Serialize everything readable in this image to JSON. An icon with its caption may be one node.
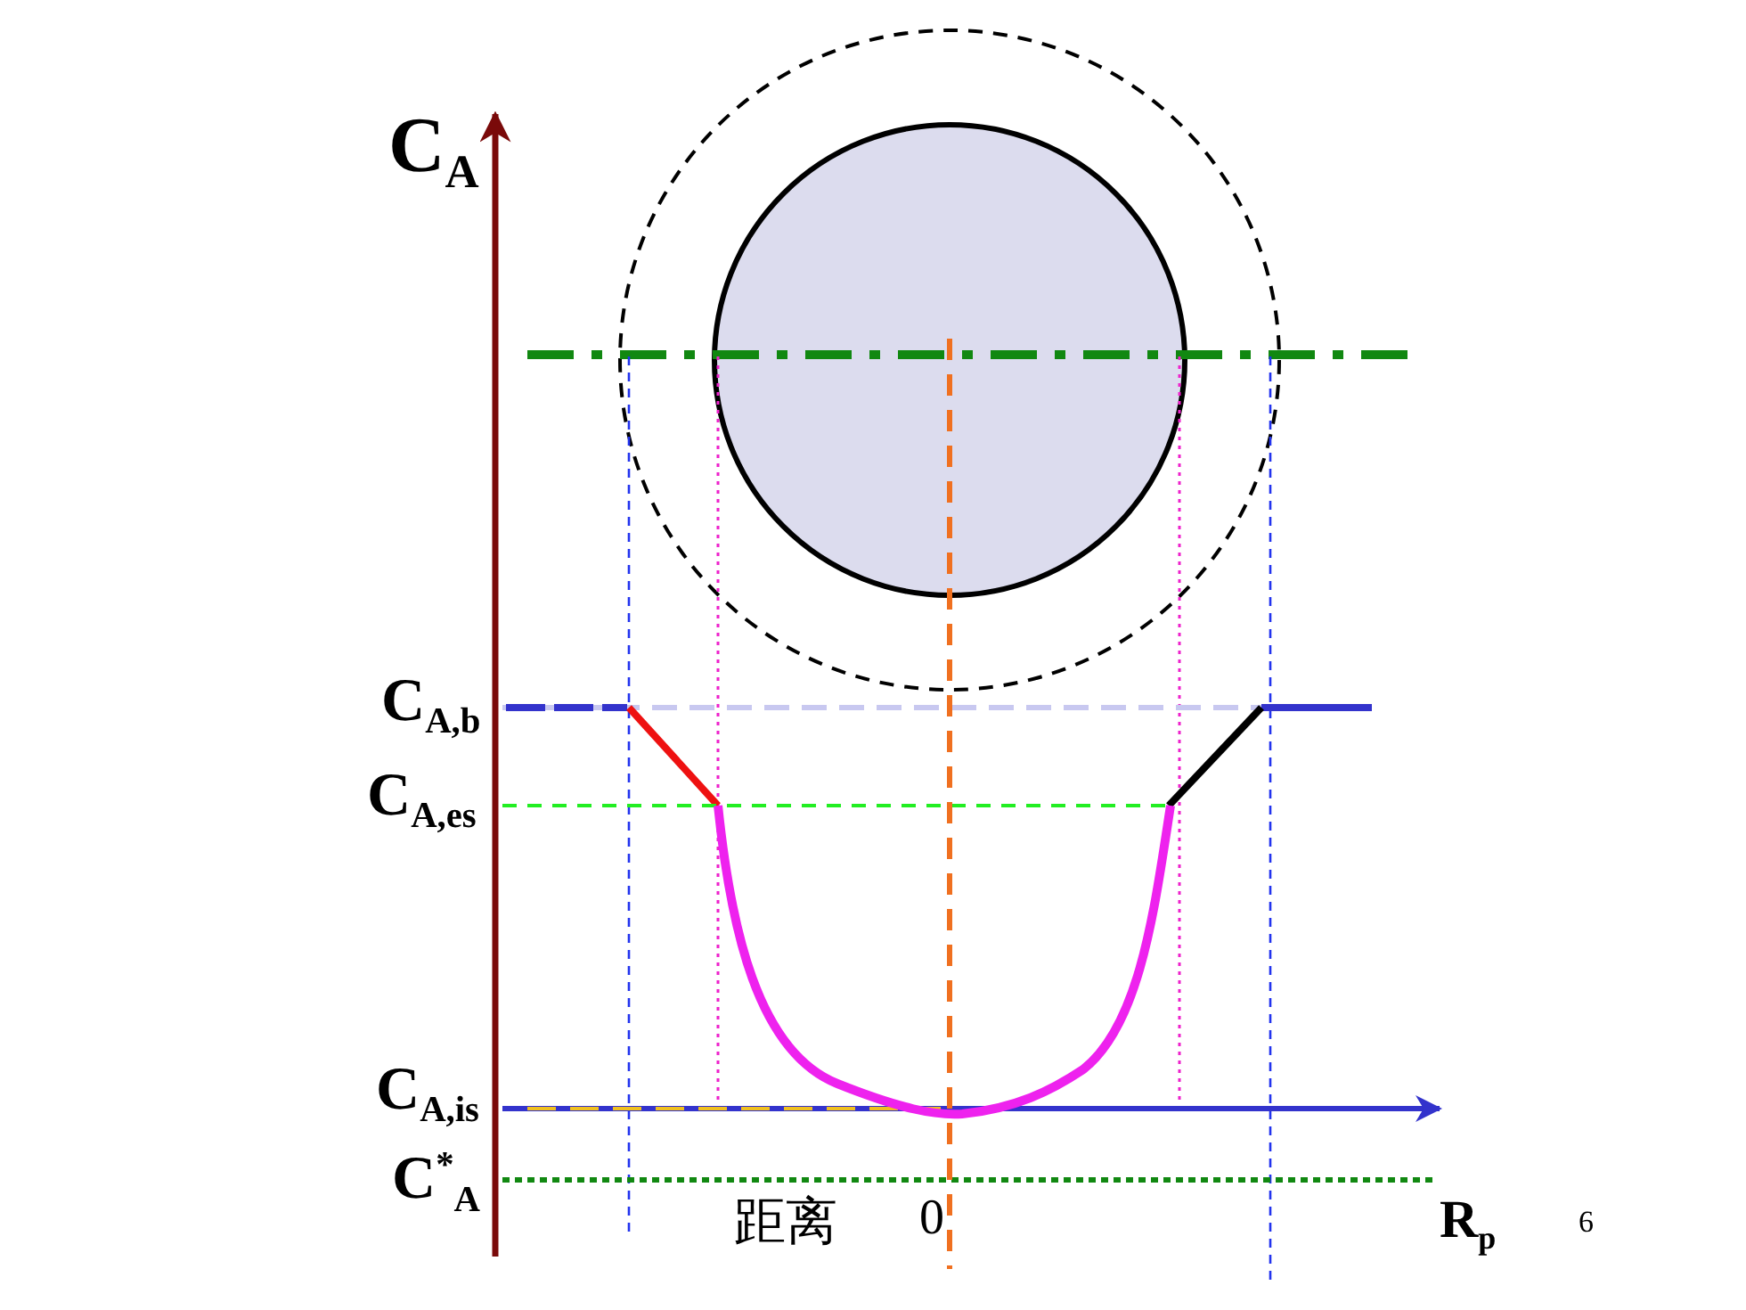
{
  "diagram": {
    "labels": [
      "C$_{A}$",
      "C$_{A,b}$",
      "C$_{A,es}$",
      "C$_{A,is}$",
      "C$^{*}$$_{A}$",
      "距离",
      "0",
      "R$_{p}$",
      "6"
    ]
  }
}
